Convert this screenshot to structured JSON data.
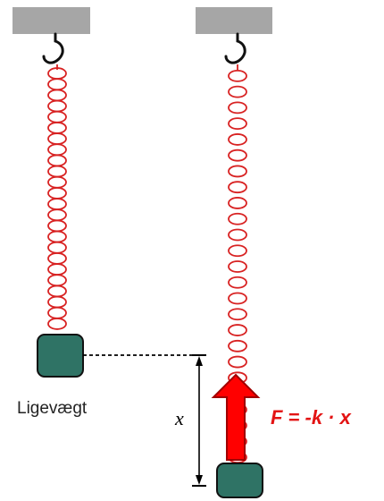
{
  "labels": {
    "equilibrium": "Ligevægt",
    "displacement": "x",
    "force_law": "F = -k · x"
  },
  "colors": {
    "ceiling": "#a6a6a6",
    "spring": "#d82222",
    "mass_fill": "#2f7365",
    "mass_stroke": "#111111",
    "arrow_fill": "#ff0000",
    "arrow_stroke": "#a00000",
    "force_text": "#e31414"
  },
  "icons": {
    "hook": "hook-icon",
    "arrow": "force-arrow-icon"
  }
}
